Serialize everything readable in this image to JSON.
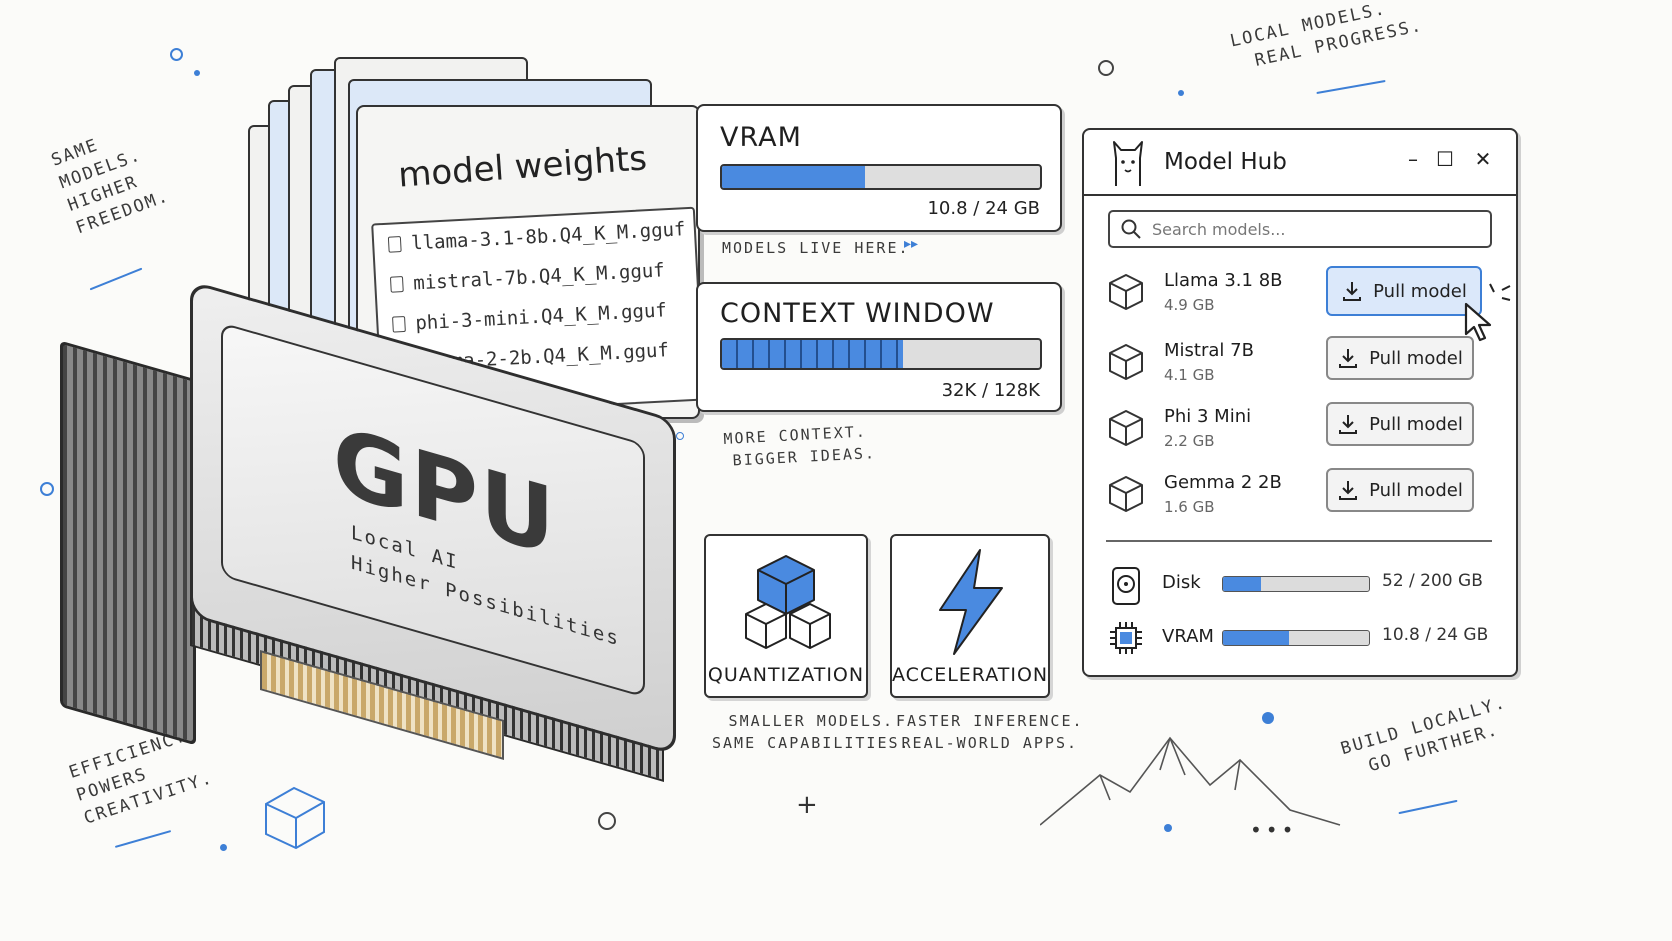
{
  "notes": {
    "same_models": [
      "SAME",
      "MODELS.",
      "HIGHER",
      "FREEDOM."
    ],
    "local_models": [
      "LOCAL MODELS.",
      "REAL PROGRESS."
    ],
    "efficiency": [
      "EFFICIENCY",
      "POWERS",
      "CREATIVITY."
    ],
    "build_locally": [
      "BUILD LOCALLY.",
      "GO FURTHER."
    ],
    "models_live_here": "MODELS LIVE HERE.",
    "more_context": [
      "MORE CONTEXT.",
      "BIGGER IDEAS."
    ],
    "smaller_models": [
      "SMALLER MODELS.",
      "SAME CAPABILITIES."
    ],
    "faster_inference": [
      "FASTER INFERENCE.",
      "REAL-WORLD APPS."
    ]
  },
  "folder": {
    "title": "model weights",
    "files": [
      "llama-3.1-8b.Q4_K_M.gguf",
      "mistral-7b.Q4_K_M.gguf",
      "phi-3-mini.Q4_K_M.gguf",
      "gemma-2-2b.Q4_K_M.gguf"
    ]
  },
  "gpu": {
    "label": "GPU",
    "line1": "Local AI",
    "line2": "Higher Possibilities"
  },
  "vram_panel": {
    "title": "VRAM",
    "value_text": "10.8 / 24 GB",
    "fraction": 0.45
  },
  "context_panel": {
    "title": "CONTEXT WINDOW",
    "value_text": "32K / 128K",
    "fraction": 0.57
  },
  "features": [
    {
      "label": "QUANTIZATION",
      "icon": "cubes-icon"
    },
    {
      "label": "ACCELERATION",
      "icon": "lightning-icon"
    }
  ],
  "hub": {
    "title": "Model Hub",
    "search_placeholder": "Search models...",
    "models": [
      {
        "name": "Llama 3.1 8B",
        "size": "4.9 GB",
        "button": "Pull model",
        "highlight": true
      },
      {
        "name": "Mistral 7B",
        "size": "4.1 GB",
        "button": "Pull model",
        "highlight": false
      },
      {
        "name": "Phi 3 Mini",
        "size": "2.2 GB",
        "button": "Pull model",
        "highlight": false
      },
      {
        "name": "Gemma 2 2B",
        "size": "1.6 GB",
        "button": "Pull model",
        "highlight": false
      }
    ],
    "stats": [
      {
        "label": "Disk",
        "value": "52 / 200 GB",
        "fraction": 0.26,
        "icon": "disk-icon"
      },
      {
        "label": "VRAM",
        "value": "10.8 / 24 GB",
        "fraction": 0.45,
        "icon": "chip-icon"
      }
    ],
    "accent": "#3d7fd6"
  }
}
